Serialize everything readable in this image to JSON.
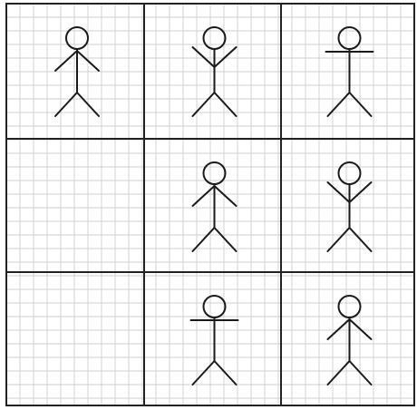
{
  "puzzle": {
    "rows": 3,
    "cols": 3,
    "colors": {
      "background": "#ffffff",
      "minor_grid": "#cfcfcf",
      "frame": "#222222",
      "figure": "#1a1a1a"
    },
    "cells": [
      {
        "row": 0,
        "col": 0,
        "figure": "stick-figure-arms-down"
      },
      {
        "row": 0,
        "col": 1,
        "figure": "stick-figure-arms-up"
      },
      {
        "row": 0,
        "col": 2,
        "figure": "stick-figure-arms-out"
      },
      {
        "row": 1,
        "col": 0,
        "figure": "empty"
      },
      {
        "row": 1,
        "col": 1,
        "figure": "stick-figure-arms-down"
      },
      {
        "row": 1,
        "col": 2,
        "figure": "stick-figure-arms-up"
      },
      {
        "row": 2,
        "col": 0,
        "figure": "empty"
      },
      {
        "row": 2,
        "col": 1,
        "figure": "stick-figure-arms-out"
      },
      {
        "row": 2,
        "col": 2,
        "figure": "stick-figure-arms-down"
      }
    ]
  }
}
